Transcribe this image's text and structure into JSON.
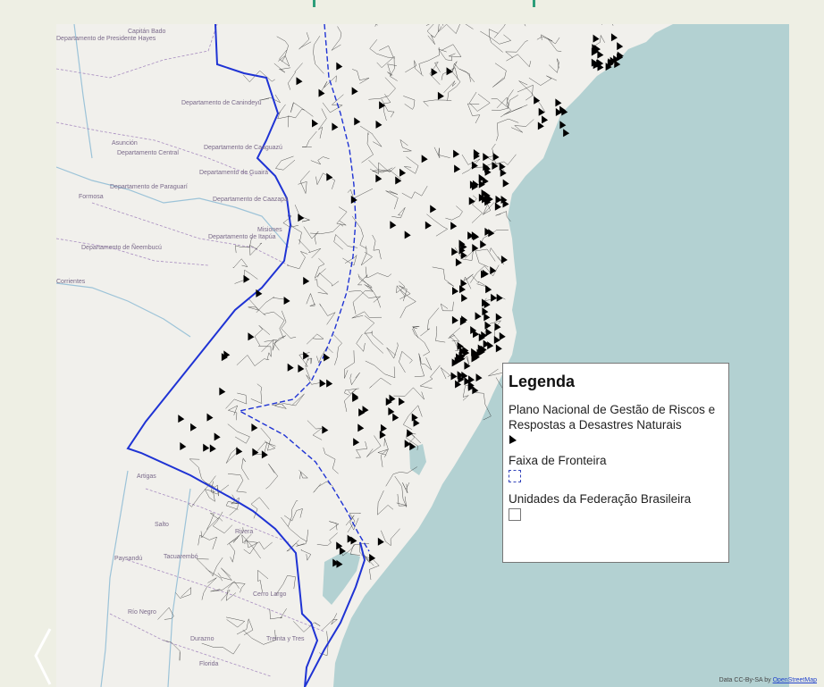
{
  "legend": {
    "title": "Legenda",
    "items": [
      {
        "label": "Plano Nacional de Gestão de Riscos e Respostas a Desastres Naturais",
        "symbol": "black-flag-marker"
      },
      {
        "label": "Faixa de Fronteira",
        "symbol": "blue-dashed-square"
      },
      {
        "label": "Unidades da Federação Brasileira",
        "symbol": "white-square"
      }
    ]
  },
  "attribution": {
    "text": "Data CC-By-SA by ",
    "link": "OpenStreetMap"
  },
  "map_labels": [
    "Departamento de Presidente Hayes",
    "Capitán Bado",
    "Departamento de Canindeyú",
    "Asunción",
    "Departamento Central",
    "Departamento de Caaguazú",
    "Departamento de Guairá",
    "Departamento de Caazapá",
    "Departamento de Paraguarí",
    "Formosa",
    "Departamento de Itapúa",
    "Departamento de Ñeembucú",
    "Misiones",
    "Corrientes",
    "Artigas",
    "Salto",
    "Rivera",
    "Tacuarembó",
    "Paysandú",
    "Cerro Largo",
    "Río Negro",
    "Durazno",
    "Treinta y Tres",
    "Florida"
  ],
  "colors": {
    "ocean": "#b3d1d2",
    "land": "#f1f0ec",
    "state_border": "#1f33d4",
    "marker": "#000000"
  }
}
